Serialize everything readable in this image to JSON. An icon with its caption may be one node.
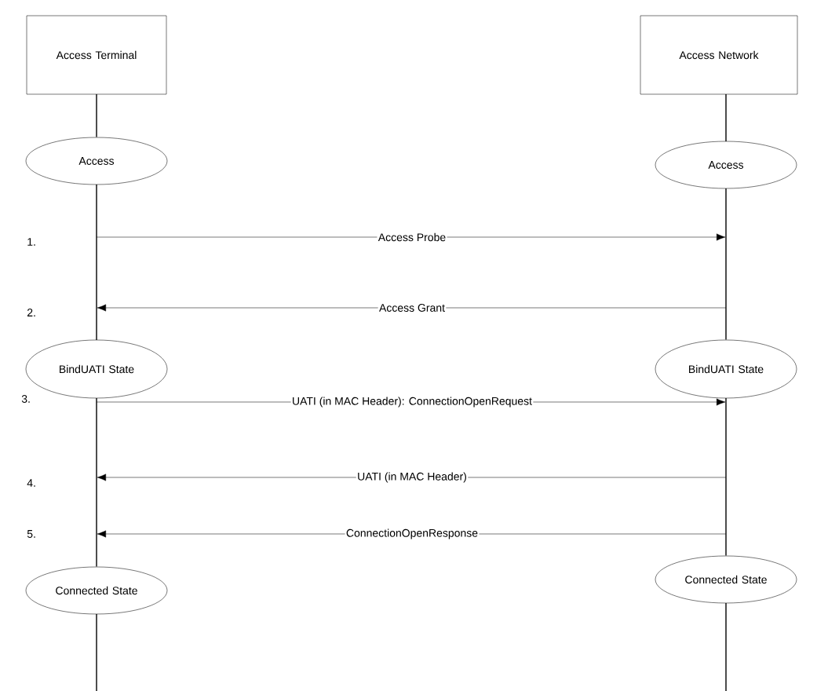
{
  "diagram": {
    "nodes": [
      {
        "text": [
          "Access Terminal"
        ]
      },
      {
        "text": [
          "Access Network"
        ]
      },
      {
        "text": [
          "Access"
        ]
      },
      {
        "text": [
          "Access"
        ]
      },
      {
        "text": [
          "BindUATI State"
        ]
      },
      {
        "text": [
          "BindUATI State"
        ]
      },
      {
        "text": [
          "Connected State"
        ]
      },
      {
        "text": [
          "Connected State"
        ]
      },
      {
        "text": [],
        "shape": "line"
      },
      {
        "text": [],
        "shape": "line"
      },
      {
        "text": [],
        "shape": "line"
      },
      {
        "text": [],
        "shape": "line"
      },
      {
        "text": [],
        "shape": "line"
      },
      {
        "text": [],
        "shape": "line"
      },
      {
        "text": [],
        "shape": "line"
      },
      {
        "text": [],
        "shape": "line"
      }
    ],
    "edges": [
      {
        "from": 9,
        "to": 13,
        "arrow": "to",
        "label": "Access Probe"
      },
      {
        "from": 13,
        "to": 9,
        "arrow": "to",
        "label": "Access Grant"
      },
      {
        "from": 10,
        "to": 14,
        "arrow": "to",
        "label": "UATI (in MAC Header): ConnectionOpenRequest"
      },
      {
        "from": 14,
        "to": 10,
        "arrow": "to",
        "label": "UATI (in MAC Header)"
      },
      {
        "from": 14,
        "to": 10,
        "arrow": "to",
        "label": "ConnectionOpenResponse"
      }
    ],
    "labels": [
      "1.",
      "2.",
      "3.",
      "4.",
      "5."
    ]
  }
}
